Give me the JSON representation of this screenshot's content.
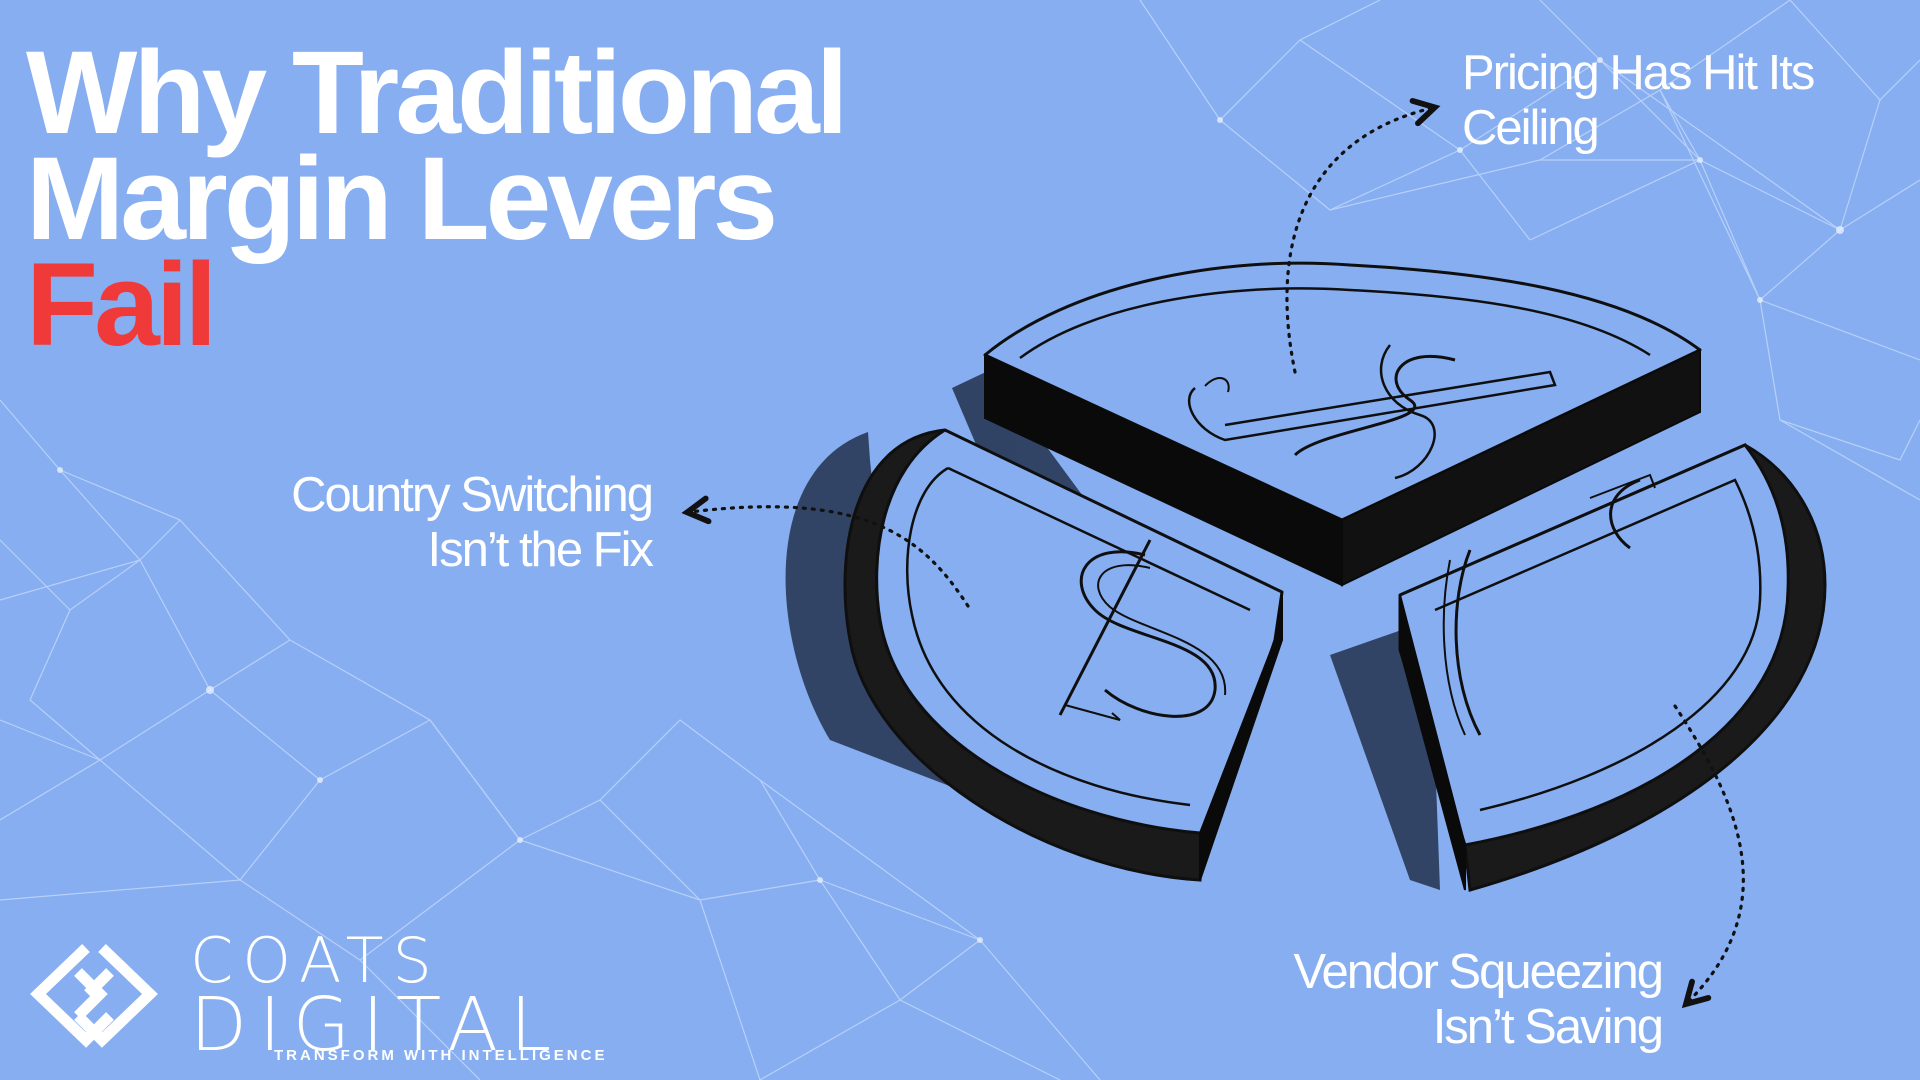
{
  "slide": {
    "title_line1": "Why Traditional",
    "title_line2": "Margin Levers",
    "title_accent": "Fail",
    "accent_color": "#f03a3a",
    "background_color": "#86aef0"
  },
  "callouts": {
    "pricing": {
      "line1": "Pricing Has Hit Its",
      "line2": "Ceiling"
    },
    "country": {
      "line1": "Country Switching",
      "line2": "Isn’t the Fix"
    },
    "vendor": {
      "line1": "Vendor Squeezing",
      "line2": "Isn’t Saving"
    }
  },
  "illustration": {
    "subject": "coin split into three pie slices with dollar signs",
    "icon": "dollar-coin-pie-icon"
  },
  "logo": {
    "word1": "COATS",
    "word2": "DIGITAL",
    "tagline": "TRANSFORM WITH INTELLIGENCE",
    "icon": "coats-digital-logo-icon"
  }
}
